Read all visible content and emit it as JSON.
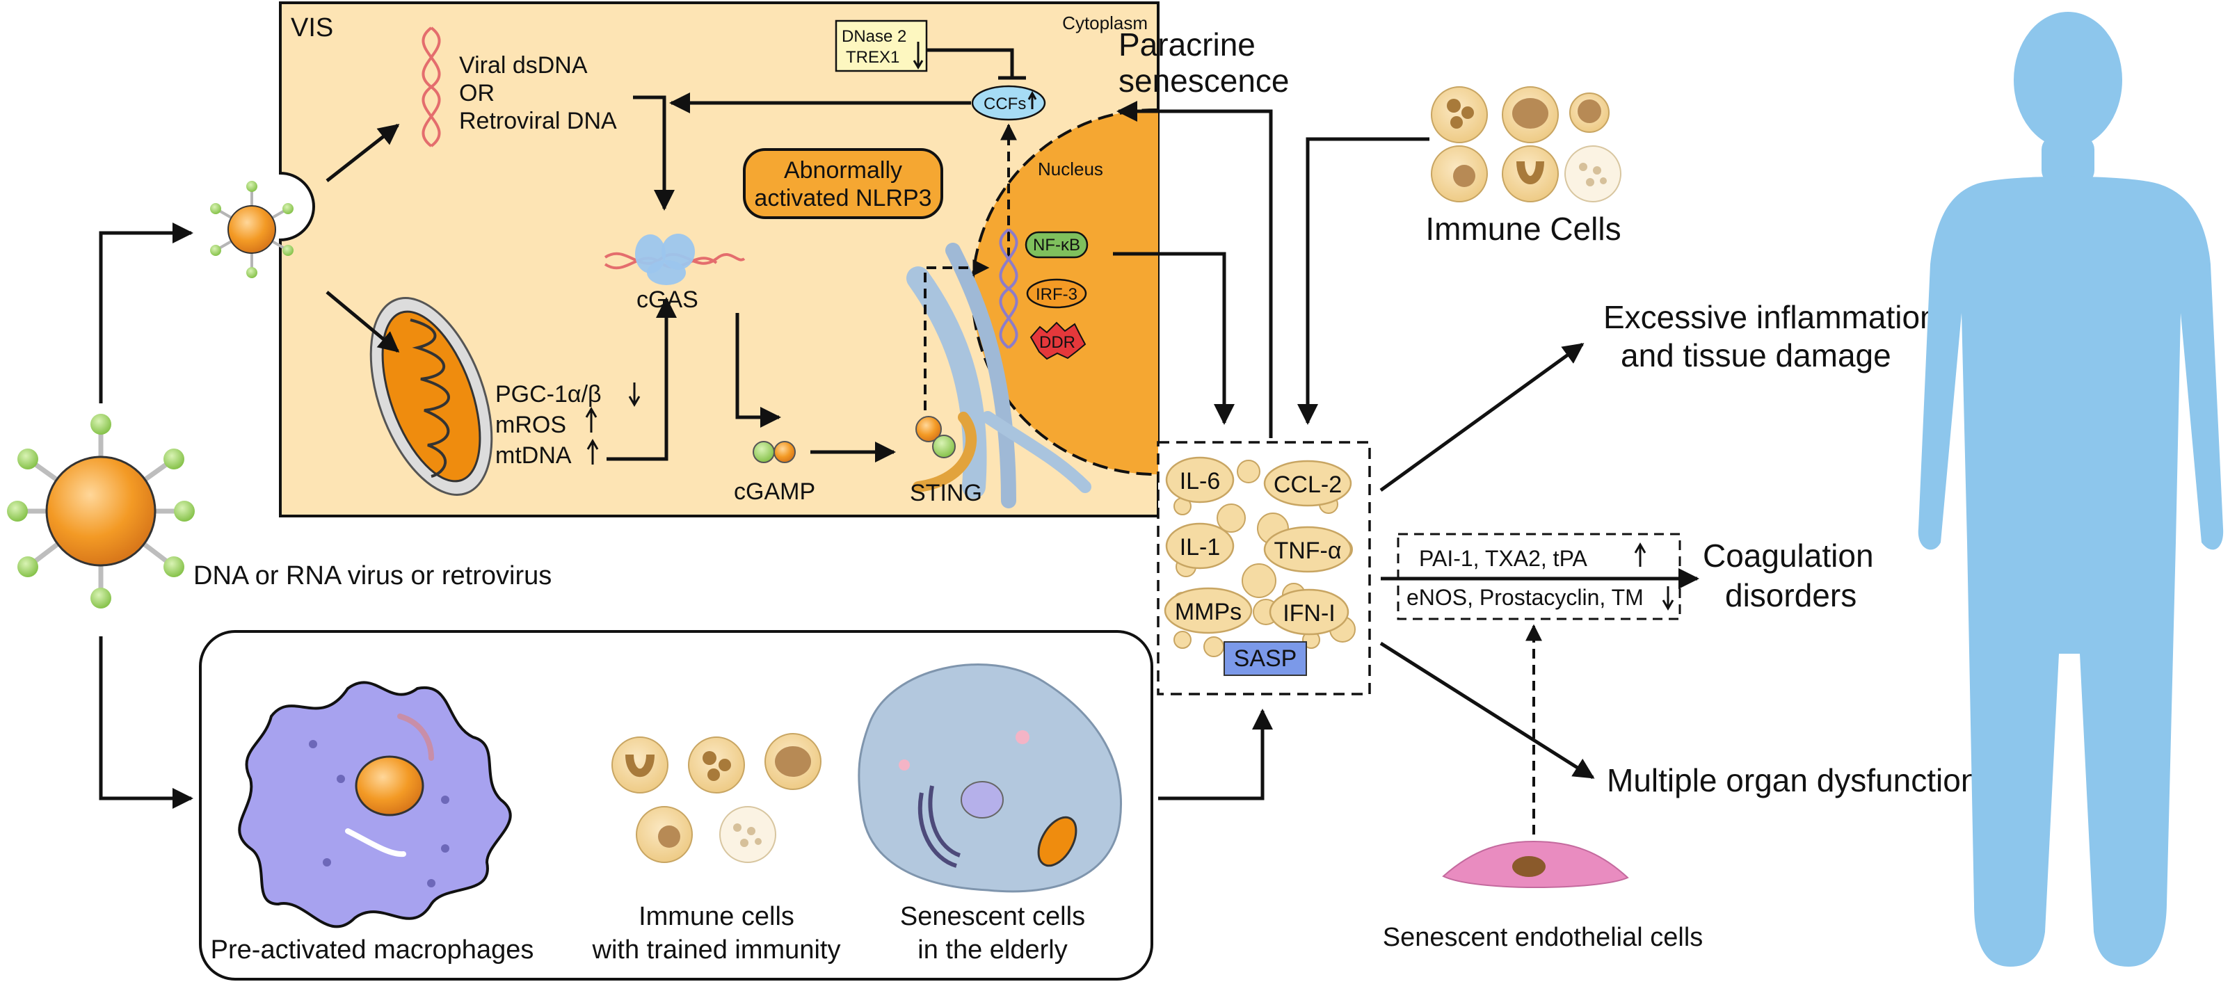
{
  "vis_box": {
    "title": "VIS",
    "cytoplasm_label": "Cytoplasm",
    "nucleus_label": "Nucleus",
    "dnase_line1": "DNase 2",
    "dnase_line2": "TREX1",
    "ccfs_label": "CCFs",
    "viral_line1": "Viral dsDNA",
    "viral_line2": "OR",
    "viral_line3": "Retroviral DNA",
    "nlrp3_line1": "Abnormally",
    "nlrp3_line2": "activated NLRP3",
    "cgas_label": "cGAS",
    "cgamp_label": "cGAMP",
    "sting_label": "STING",
    "mito_line1": "PGC-1α/β",
    "mito_line2": "mROS",
    "mito_line3": "mtDNA",
    "nfkb_label": "NF-κB",
    "irf3_label": "IRF-3",
    "ddr_label": "DDR"
  },
  "virus_label": "DNA or RNA virus or retrovirus",
  "paracrine_line1": "Paracrine",
  "paracrine_line2": "senescence",
  "immune_cells_top_label": "Immune Cells",
  "sasp": {
    "items": [
      "IL-6",
      "CCL-2",
      "IL-1",
      "TNF-α",
      "MMPs",
      "IFN-I"
    ],
    "badge": "SASP"
  },
  "coag_box": {
    "line1": "PAI-1, TXA2, tPA",
    "line2": "eNOS, Prostacyclin, TM"
  },
  "outcomes": {
    "inflammation_line1": "Excessive inflammation",
    "inflammation_line2": "and tissue damage",
    "coag_line1": "Coagulation",
    "coag_line2": "disorders",
    "organ": "Multiple organ dysfunction"
  },
  "endothelial_label": "Senescent endothelial cells",
  "bottom_panel": {
    "macrophage_label": "Pre-activated macrophages",
    "trained_line1": "Immune cells",
    "trained_line2": "with trained immunity",
    "senescent_line1": "Senescent cells",
    "senescent_line2": "in the elderly"
  },
  "colors": {
    "vis_fill": "#fde4b4",
    "orange": "#f3a22f",
    "cell_beige": "#f5dba3",
    "human_blue": "#8dc6ec",
    "macrophage": "#a7a2ef",
    "senescent_cell": "#b3c8de",
    "sasp_badge": "#7b99e9",
    "endothelial": "#e98cc0"
  }
}
